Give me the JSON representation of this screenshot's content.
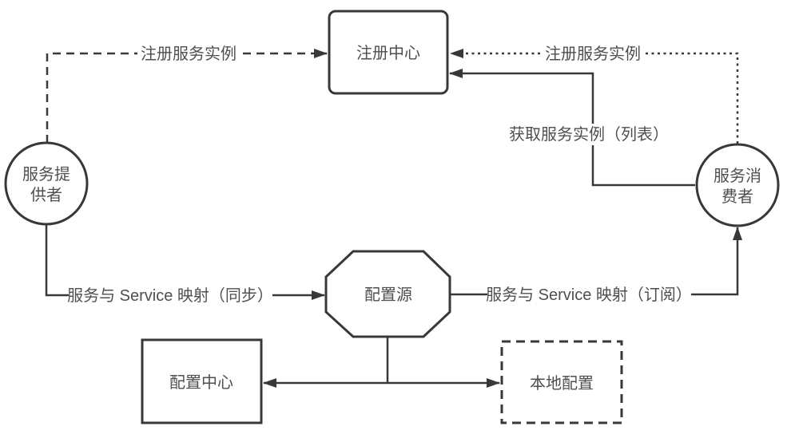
{
  "diagram": {
    "title": "service-registry-config-architecture",
    "colors": {
      "background": "#ffffff",
      "stroke": "#383838",
      "text": "#4f4f4f"
    },
    "nodes": {
      "registry": {
        "label": "注册中心",
        "shape": "rounded-rect"
      },
      "provider": {
        "label_line1": "服务提",
        "label_line2": "供者",
        "shape": "circle"
      },
      "consumer": {
        "label_line1": "服务消",
        "label_line2": "费者",
        "shape": "circle"
      },
      "config_source": {
        "label": "配置源",
        "shape": "octagon"
      },
      "config_center": {
        "label": "配置中心",
        "shape": "rect"
      },
      "local_config": {
        "label": "本地配置",
        "shape": "dashed-rect"
      }
    },
    "edges": {
      "provider_register": {
        "label": "注册服务实例",
        "style": "dashed",
        "from": "provider",
        "to": "registry"
      },
      "consumer_register": {
        "label": "注册服务实例",
        "style": "dotted",
        "from": "consumer",
        "to": "registry"
      },
      "get_instances": {
        "label": "获取服务实例（列表）",
        "style": "solid",
        "from": "consumer",
        "to": "registry"
      },
      "sync_mapping": {
        "label": "服务与 Service 映射（同步）",
        "style": "solid",
        "from": "provider",
        "to": "config_source"
      },
      "subscribe_mapping": {
        "label": "服务与 Service 映射（订阅）",
        "style": "solid",
        "from": "config_source",
        "to": "consumer"
      },
      "to_config_center": {
        "label": "",
        "style": "solid",
        "from": "config_source",
        "to": "config_center"
      },
      "to_local_config": {
        "label": "",
        "style": "solid",
        "from": "config_source",
        "to": "local_config"
      }
    }
  }
}
